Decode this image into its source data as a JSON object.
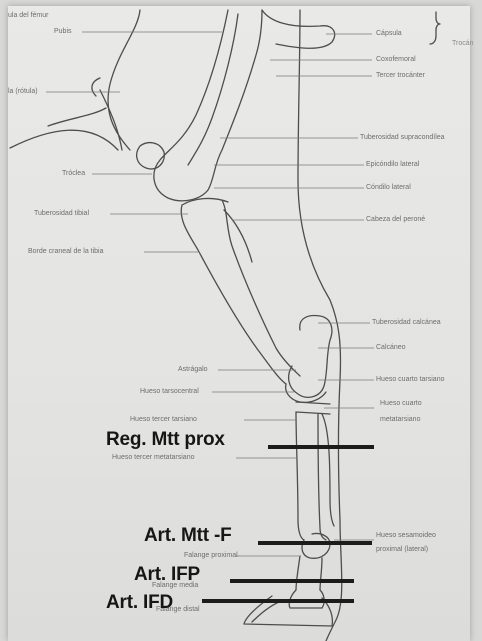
{
  "labels_top": {
    "femur": "ula del fémur",
    "pubis": "Pubis",
    "coxal": "Coxofemoral",
    "capsula": "Cápsula",
    "tercer_trocanter": "Tercer trocánter",
    "brace_group": "Trocán"
  },
  "labels_left": {
    "rotula": "la (rótula)",
    "troclea": "Tróclea",
    "tuberosidad_tibial": "Tuberosidad tibial",
    "borde_craneal": "Borde craneal de la tibia",
    "astragalo": "Astrágalo",
    "hueso_tarsocentral": "Hueso tarsocentral",
    "hueso_tercer_tarsiano": "Hueso tercer tarsiano",
    "hueso_tercer_metatarsiano": "Hueso tercer metatarsiano",
    "falange_proximal": "Falange proximal",
    "falange_media": "Falange media",
    "falange_distal": "Falange distal"
  },
  "labels_right": {
    "tuberosidad_supracondilea": "Tuberosidad supracondílea",
    "epicondilo_lateral": "Epicóndilo lateral",
    "condilo_lateral": "Cóndilo lateral",
    "cabeza_perone": "Cabeza del peroné",
    "tuberosidad_calcanea": "Tuberosidad calcánea",
    "calcaneo": "Calcáneo",
    "hueso_cuarto_tarsiano": "Hueso cuarto tarsiano",
    "hueso_cuarto_metatarsiano_1": "Hueso cuarto",
    "hueso_cuarto_metatarsiano_2": "metatarsiano",
    "sesamoideo_1": "Hueso sesamoideo",
    "sesamoideo_2": "proximal (lateral)"
  },
  "annotations": {
    "reg_mtt_prox": "Reg. Mtt prox",
    "art_mtt_f": "Art. Mtt -F",
    "art_ifp": "Art. IFP",
    "art_ifd": "Art. IFD"
  },
  "colors": {
    "paper": "#e6e6e4",
    "outline": "#4a4a4a",
    "annotation": "#161616"
  }
}
